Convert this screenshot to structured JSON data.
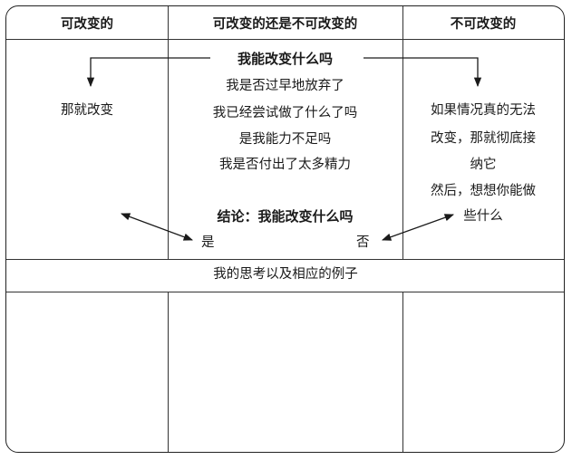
{
  "headers": [
    "可改变的",
    "可改变的还是不可改变的",
    "不可改变的"
  ],
  "center": {
    "question": "我能改变什么吗",
    "lines": [
      "我是否过早地放弃了",
      "我已经尝试做了什么了吗",
      "是我能力不足吗",
      "我是否付出了太多精力"
    ],
    "conclusion": "结论：我能改变什么吗",
    "yes": "是",
    "no": "否"
  },
  "left": {
    "text": "那就改变"
  },
  "right": {
    "lines": [
      "如果情况真的无法",
      "改变，那就彻底接",
      "纳它",
      "然后，想想你能做",
      "些什么"
    ]
  },
  "section_title": "我的思考以及相应的例子"
}
